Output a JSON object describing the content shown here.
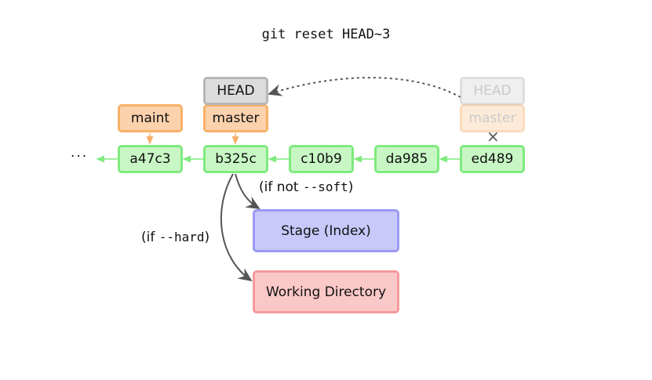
{
  "title": "git reset HEAD~3",
  "ellipsis": "···",
  "commits": [
    "a47c3",
    "b325c",
    "c10b9",
    "da985",
    "ed489"
  ],
  "branches": {
    "maint": "maint",
    "master": "master",
    "old_master": "master"
  },
  "head": {
    "new": "HEAD",
    "old": "HEAD"
  },
  "removed_mark": "×",
  "areas": {
    "stage": "Stage (Index)",
    "working_directory": "Working Directory"
  },
  "conditions": {
    "not_soft_prefix": "(if not ",
    "not_soft_flag": "--soft",
    "not_soft_suffix": ")",
    "hard_prefix": "(if ",
    "hard_flag": "--hard",
    "hard_suffix": ")"
  },
  "colors": {
    "commit_fill": "#c8f7c5",
    "commit_border": "#7fea7f",
    "branch_fill": "#fcd2ad",
    "branch_border": "#f7b067",
    "head_fill": "#dcdcdc",
    "head_border": "#b7b7b7",
    "stage_fill": "#c8c8fa",
    "stage_border": "#9a9af4",
    "wd_fill": "#fbc8c8",
    "wd_border": "#f49a9a"
  }
}
